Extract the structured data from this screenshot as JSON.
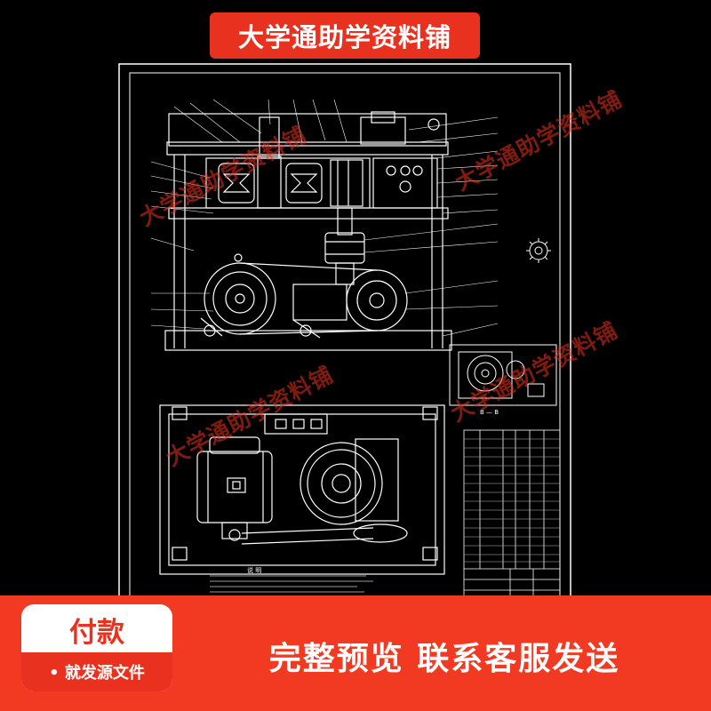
{
  "banner": {
    "title": "大学通助学资料铺"
  },
  "watermark": {
    "text": "大学通助学资料铺"
  },
  "drawing": {
    "notes_heading": "说 明",
    "view_title": "A 向",
    "section_label": "B — B"
  },
  "pay_card": {
    "title": "付款",
    "subtitle": "• 就发源文件"
  },
  "footer": {
    "text": "完整预览  联系客服发送"
  },
  "colors": {
    "accent": "#e8311e",
    "drawing_line": "#ffffff",
    "background": "#000000"
  }
}
